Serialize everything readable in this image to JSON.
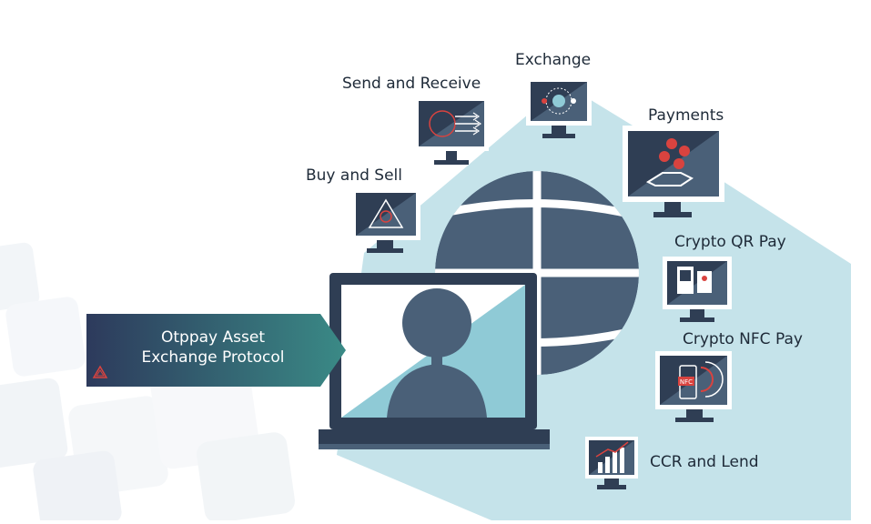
{
  "banner": {
    "line1": "Otppay Asset",
    "line2": "Exchange Protocol"
  },
  "features": {
    "exchange": "Exchange",
    "send_receive": "Send and Receive",
    "payments": "Payments",
    "buy_sell": "Buy and Sell",
    "crypto_qr": "Crypto QR Pay",
    "crypto_nfc": "Crypto NFC Pay",
    "ccr_lend": "CCR and Lend",
    "nfc_badge": "NFC"
  },
  "colors": {
    "navy": "#2f3e54",
    "slate": "#4a6078",
    "light_blue": "#c5e3ea",
    "mid_blue": "#8fcad6",
    "teal": "#3a8a86",
    "deep_blue": "#2d3a5c",
    "coin_red": "#d9433f"
  }
}
